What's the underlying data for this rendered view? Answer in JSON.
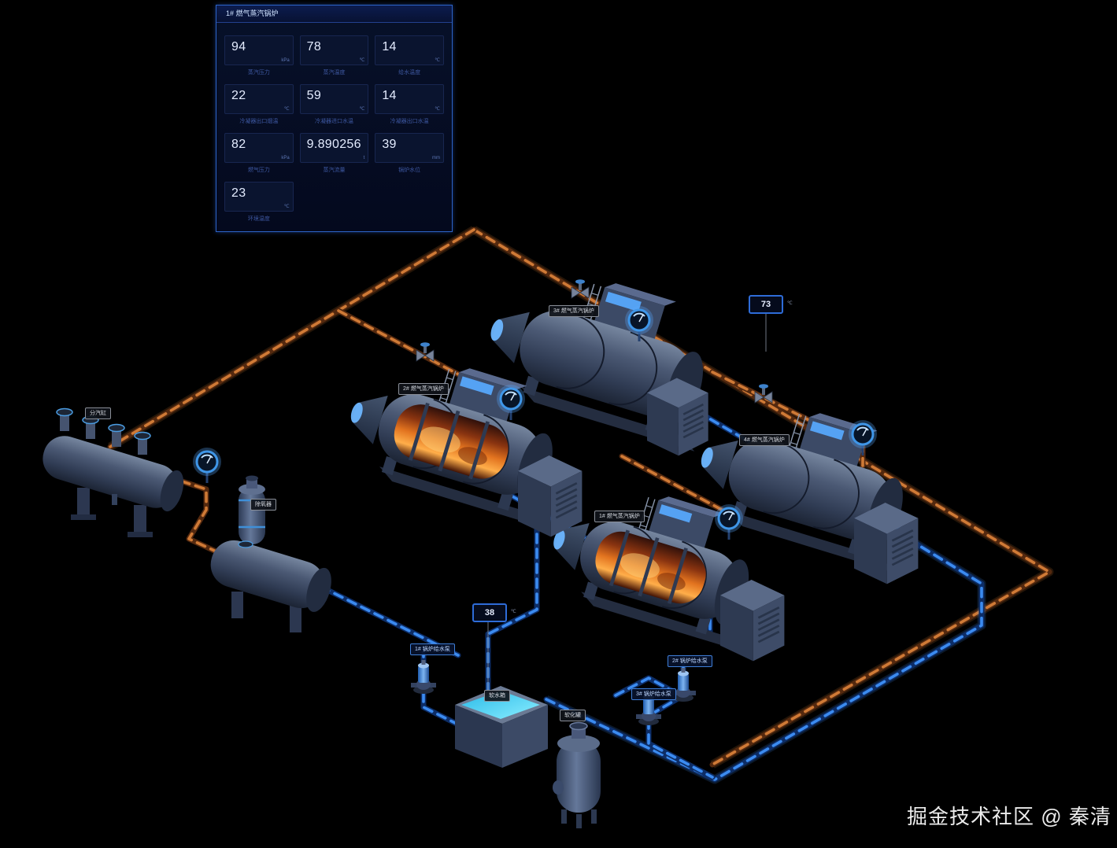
{
  "panel": {
    "title": "1# 燃气蒸汽锅炉",
    "stats": [
      {
        "value": "94",
        "unit": "kPa",
        "label": "蒸汽压力"
      },
      {
        "value": "78",
        "unit": "℃",
        "label": "蒸汽温度"
      },
      {
        "value": "14",
        "unit": "℃",
        "label": "给水温度"
      },
      {
        "value": "22",
        "unit": "℃",
        "label": "冷凝器出口烟温"
      },
      {
        "value": "59",
        "unit": "℃",
        "label": "冷凝器进口水温"
      },
      {
        "value": "14",
        "unit": "℃",
        "label": "冷凝器出口水温"
      },
      {
        "value": "82",
        "unit": "kPa",
        "label": "燃气压力"
      },
      {
        "value": "9.890256",
        "unit": "t",
        "label": "蒸汽流量"
      },
      {
        "value": "39",
        "unit": "mm",
        "label": "锅炉水位"
      },
      {
        "value": "23",
        "unit": "℃",
        "label": "环境温度"
      }
    ]
  },
  "scene": {
    "labels": [
      {
        "text": "3# 燃气蒸汽锅炉"
      },
      {
        "text": "2# 燃气蒸汽锅炉"
      },
      {
        "text": "4# 燃气蒸汽锅炉"
      },
      {
        "text": "1# 燃气蒸汽锅炉"
      },
      {
        "text": "分汽缸"
      },
      {
        "text": "除氧器"
      },
      {
        "text": "软水箱"
      },
      {
        "text": "软化罐"
      },
      {
        "text": "1# 锅炉给水泵"
      },
      {
        "text": "2# 锅炉给水泵"
      },
      {
        "text": "3# 锅炉给水泵"
      }
    ],
    "readouts": [
      {
        "value": "73",
        "unit": "℃"
      },
      {
        "value": "38",
        "unit": "℃"
      }
    ],
    "colors": {
      "steam_pipe": "#cf7a36",
      "water_pipe": "#3b8bf0",
      "accent": "#2c63c8",
      "fire": "#e2731f"
    }
  },
  "watermark": "掘金技术社区 @ 秦清"
}
